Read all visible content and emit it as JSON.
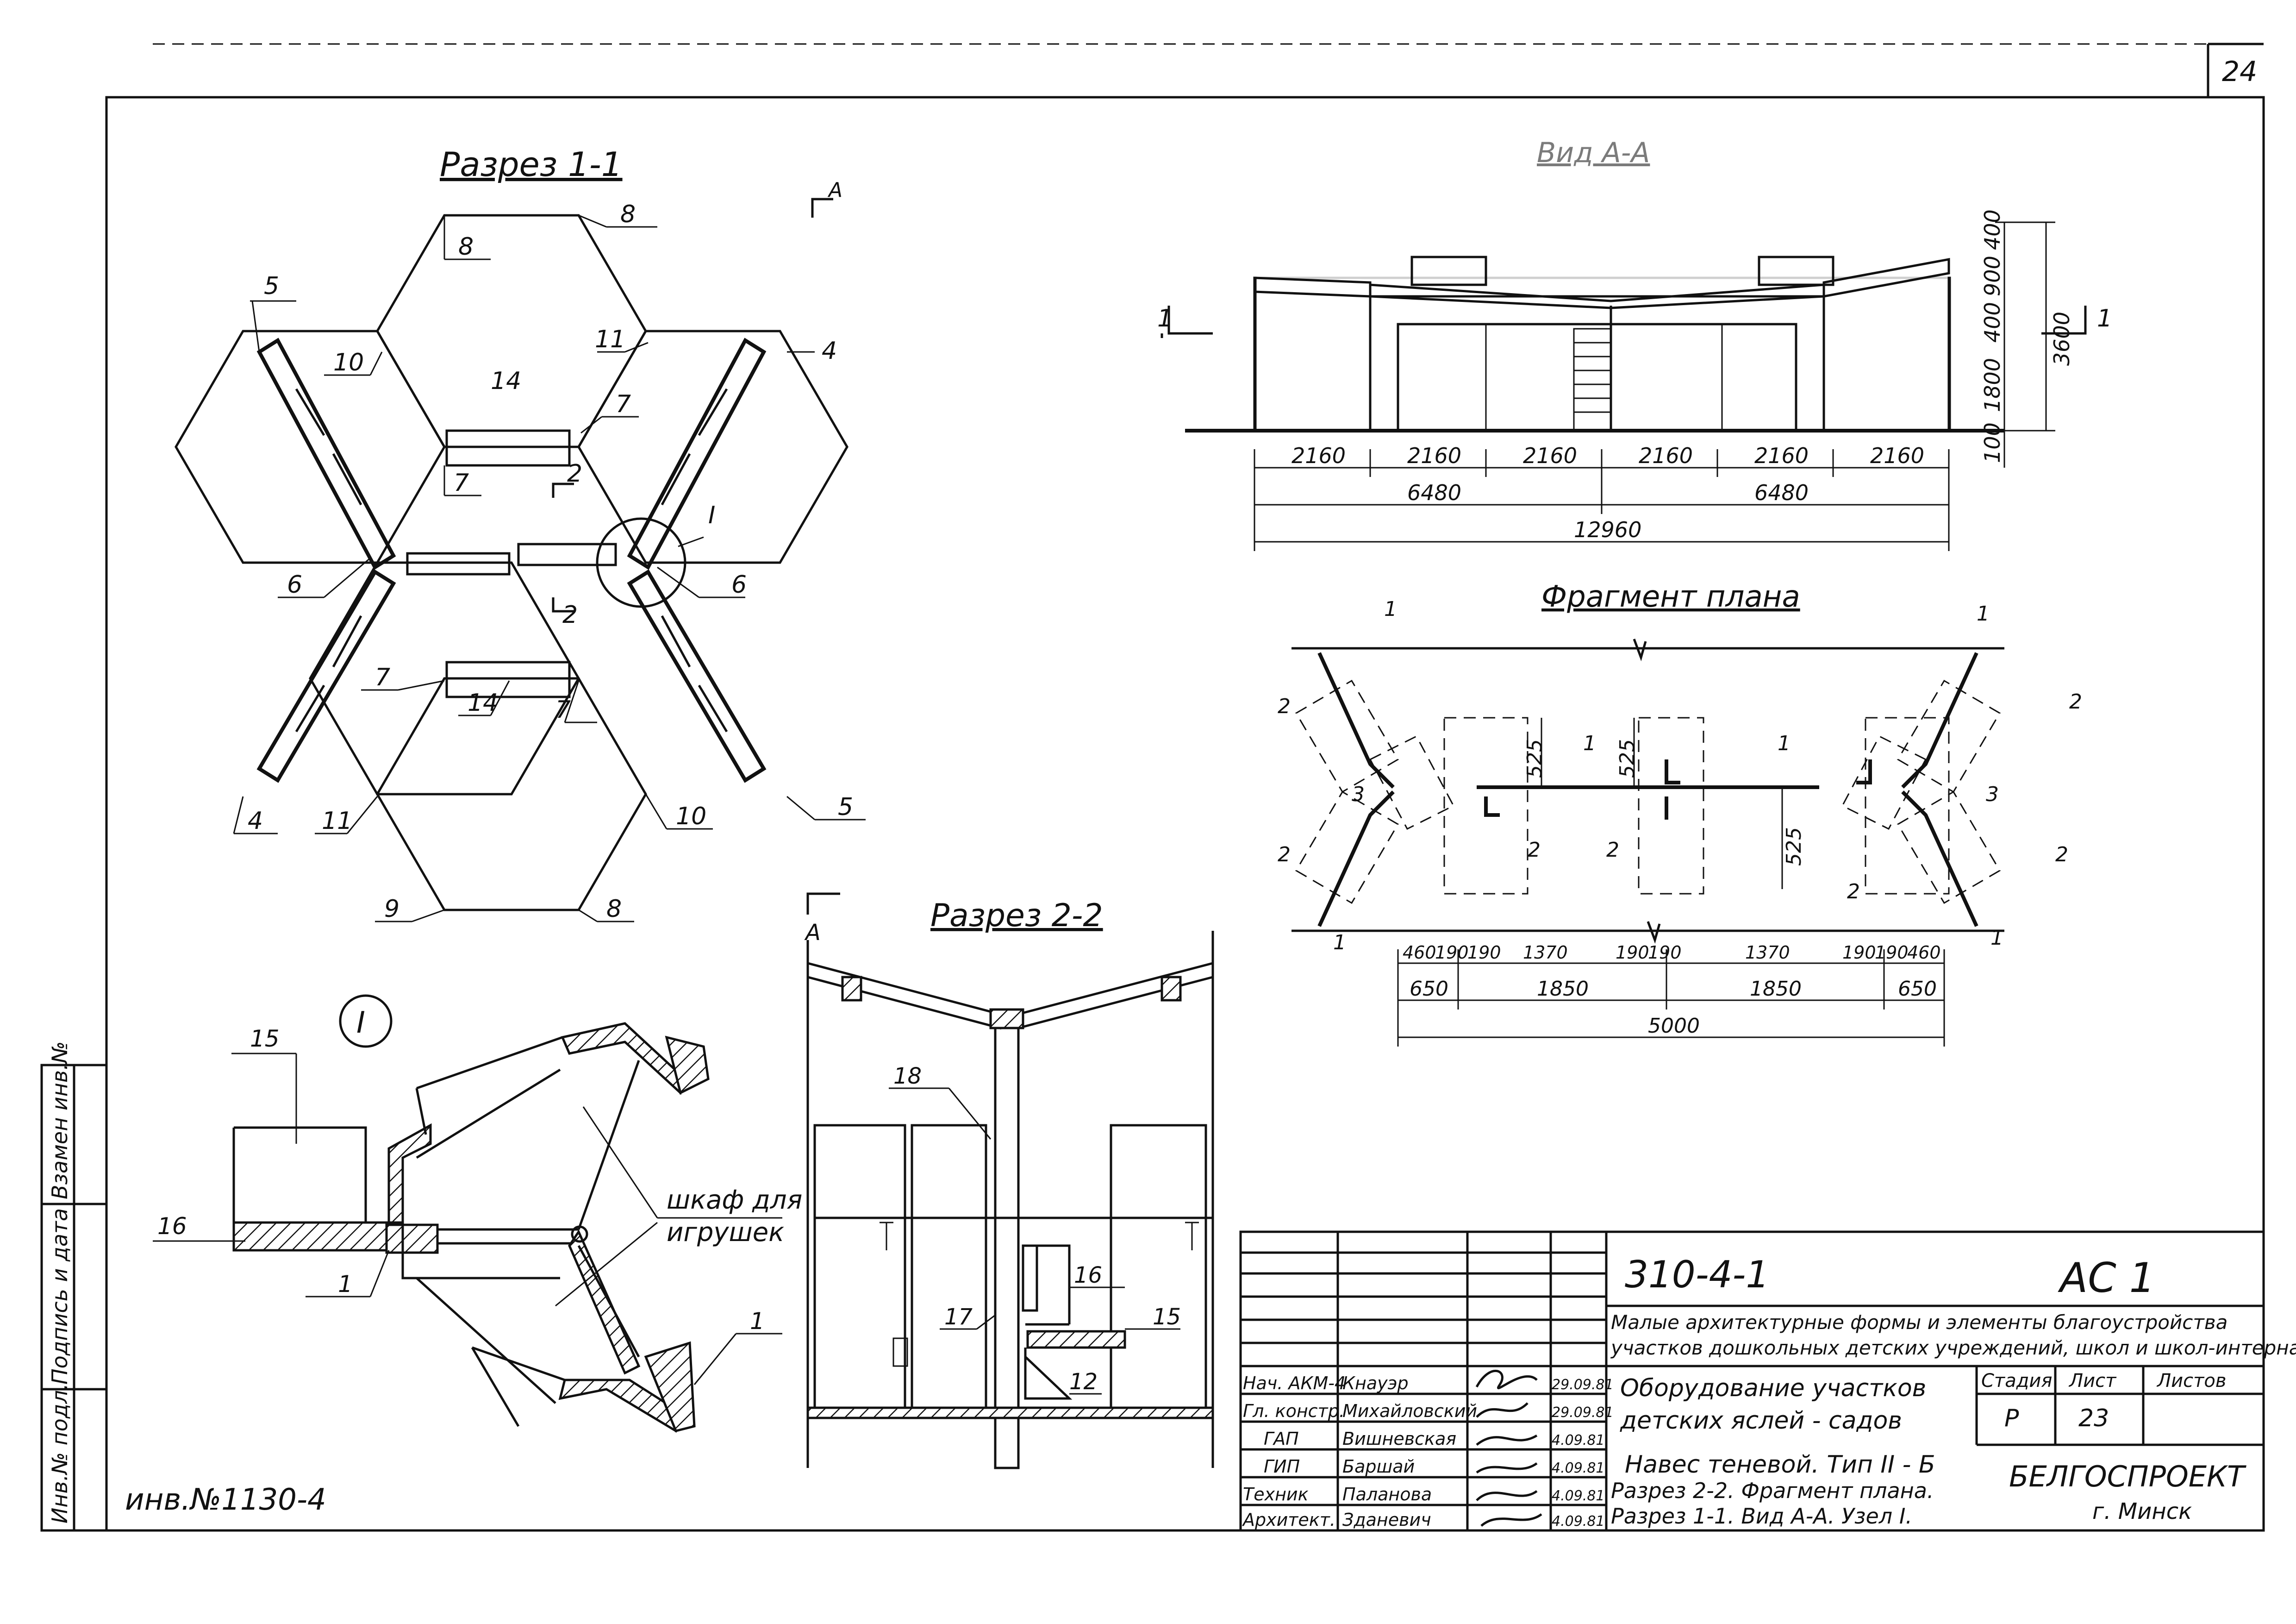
{
  "sheet": {
    "page_number": "24",
    "inventory_note": "инв.№1130-4",
    "side_labels": [
      "Инв.№ подл.",
      "Подпись и дата",
      "Взамен инв.№"
    ]
  },
  "section_1_1": {
    "title": "Разрез 1-1",
    "labels": [
      "8",
      "8",
      "5",
      "10",
      "11",
      "4",
      "14",
      "7",
      "7",
      "2",
      "2",
      "I",
      "6",
      "6",
      "7",
      "14",
      "7",
      "4",
      "11",
      "10",
      "5",
      "9",
      "8"
    ],
    "view_mark": "А"
  },
  "view_aa": {
    "title": "Вид А-А",
    "section_mark_left": "1",
    "section_mark_right": "1",
    "dims_bottom": [
      "2160",
      "2160",
      "2160",
      "2160",
      "2160",
      "2160"
    ],
    "dims_mid": [
      "6480",
      "6480"
    ],
    "dim_total": "12960",
    "dims_vertical": [
      "1800",
      "400",
      "900",
      "400",
      "3600",
      "100"
    ]
  },
  "plan_fragment": {
    "title": "Фрагмент плана",
    "labels": [
      "1",
      "1",
      "2",
      "2",
      "1",
      "1",
      "2",
      "525",
      "525",
      "525",
      "3",
      "3",
      "2",
      "2",
      "2",
      "2",
      "2",
      "1",
      "1"
    ],
    "dims_row1": [
      "460",
      "190",
      "190",
      "1370",
      "190",
      "190",
      "1370",
      "190",
      "190",
      "460"
    ],
    "dims_row2": [
      "650",
      "1850",
      "1850",
      "650"
    ],
    "dim_total": "5000"
  },
  "node_1": {
    "mark": "I",
    "labels": [
      "15",
      "16",
      "1",
      "1"
    ],
    "note_line1": "шкаф для",
    "note_line2": "игрушек"
  },
  "section_2_2": {
    "title": "Разрез 2-2",
    "view_mark": "А",
    "labels": [
      "18",
      "16",
      "17",
      "15",
      "12"
    ]
  },
  "title_block": {
    "code": "310-4-1",
    "mark": "АС 1",
    "series_line1": "Малые архитектурные формы и элементы благоустройства",
    "series_line2": "участков дошкольных детских учреждений, школ и школ-интернатов",
    "object_line1": "Оборудование участков",
    "object_line2": "детских яслей - садов",
    "sheet_line1": "Навес теневой. Тип II - Б",
    "sheet_line2": "Разрез 2-2. Фрагмент плана.",
    "sheet_line3": "Разрез 1-1. Вид А-А. Узел I.",
    "stage_header": "Стадия",
    "sheet_header": "Лист",
    "sheets_header": "Листов",
    "stage_value": "Р",
    "sheet_value": "23",
    "company": "БЕЛГОСПРОЕКТ",
    "city": "г. Минск",
    "roles": [
      {
        "role": "Нач. АКМ-4",
        "name": "Кнауэр",
        "date": "29.09.81"
      },
      {
        "role": "Гл. констр.",
        "name": "Михайловский",
        "date": "29.09.81"
      },
      {
        "role": "ГАП",
        "name": "Вишневская",
        "date": "4.09.81"
      },
      {
        "role": "ГИП",
        "name": "Баршай",
        "date": "4.09.81"
      },
      {
        "role": "Техник",
        "name": "Паланова",
        "date": "4.09.81"
      },
      {
        "role": "Архитект.",
        "name": "Зданевич",
        "date": "4.09.81"
      }
    ]
  },
  "colors": {
    "ink": "#111111",
    "paper": "#ffffff"
  }
}
